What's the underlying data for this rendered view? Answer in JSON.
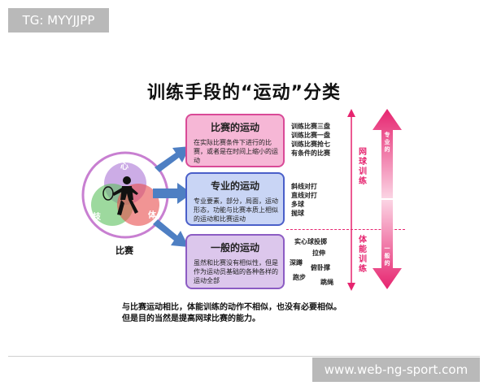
{
  "watermark_tl": "TG: MYYJJPP",
  "watermark_br": "www.web-ng-sport.com",
  "title": "训练手段的“运动”分类",
  "venn": {
    "top": "心",
    "left": "技",
    "right": "体",
    "caption": "比赛"
  },
  "cards": [
    {
      "title": "比赛的运动",
      "body": "在实际比赛条件下进行的比赛，或者是在时间上缩小的运动",
      "side": [
        "训练比赛三盘",
        "训练比赛一盘",
        "训练比赛抢七",
        "有条件的比赛"
      ]
    },
    {
      "title": "专业的运动",
      "body": "专业要素，部分，局面，运动形态，功能与比赛本质上相似的运动和比赛运动",
      "side": [
        "斜线对打",
        "直线对打",
        "多球",
        "抛球"
      ]
    },
    {
      "title": "一般的运动",
      "body": "虽然和比赛没有相似性，但是作为运动员基础的各种各样的运动全部",
      "side": [
        "实心球投掷",
        "拉伸",
        "深蹲",
        "俯卧撑",
        "跑步",
        "跳绳"
      ]
    }
  ],
  "right_labels": {
    "upper": "网球训练",
    "lower": "体能训练",
    "arrow_up": "专业的",
    "arrow_down": "一般的"
  },
  "bottom_text": [
    "与比赛运动相比，体能训练的动作不相似，也没有必要相似。",
    "但是目的当然是提高网球比赛的能力。"
  ],
  "colors": {
    "card1_bg": "#f6b7d6",
    "card1_border": "#d94a97",
    "card2_bg": "#c9d5f5",
    "card2_border": "#4a5fc9",
    "card3_bg": "#dcc7ec",
    "card3_border": "#8c5cc3",
    "arrow_blue": "#4e7fc3",
    "accent_pink": "#e6246f"
  }
}
